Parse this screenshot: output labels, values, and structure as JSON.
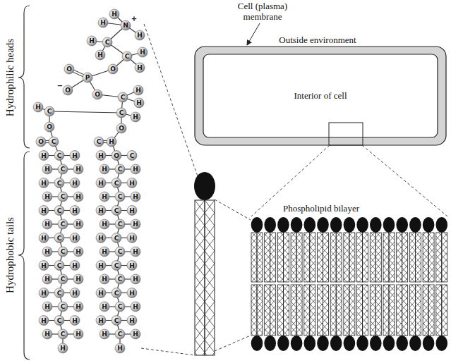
{
  "diagram": {
    "nodes": [
      {
        "text": [
          "Interior of cell"
        ]
      }
    ],
    "labels": [
      "Hydrophilic heads",
      "Hydrophobic tails",
      "Cell (plasma) membrane",
      "Outside environment",
      "Phospholipid bilayer",
      "H",
      "H",
      "N",
      "+",
      "H",
      "C",
      "H",
      "H",
      "C",
      "H",
      "H",
      "O",
      "P",
      "O",
      "O",
      "−",
      "O",
      "C",
      "H",
      "H",
      "C",
      "H",
      "C",
      "H",
      "O",
      "O",
      "O",
      "C",
      "H",
      "C",
      "H",
      "H",
      "C",
      "H",
      "H",
      "C",
      "H",
      "H",
      "C",
      "H",
      "H",
      "C",
      "H",
      "H",
      "C",
      "H",
      "H",
      "C",
      "H",
      "H",
      "C",
      "H",
      "H",
      "C",
      "H",
      "H",
      "C",
      "H",
      "H",
      "C",
      "H",
      "H",
      "C",
      "H",
      "H",
      "C",
      "H",
      "H",
      "C",
      "H",
      "H",
      "C",
      "H",
      "H",
      "O",
      "C",
      "H",
      "C",
      "H",
      "H",
      "C",
      "H",
      "H",
      "C",
      "H",
      "H",
      "C",
      "H",
      "H",
      "C",
      "H",
      "H",
      "C",
      "H",
      "H",
      "C",
      "H",
      "H",
      "C",
      "H",
      "H",
      "C",
      "H",
      "H",
      "C",
      "H",
      "H",
      "C",
      "H",
      "H",
      "C",
      "H",
      "H",
      "C",
      "H",
      "H",
      "C",
      "H",
      "H",
      "C",
      "H",
      "H"
    ]
  }
}
